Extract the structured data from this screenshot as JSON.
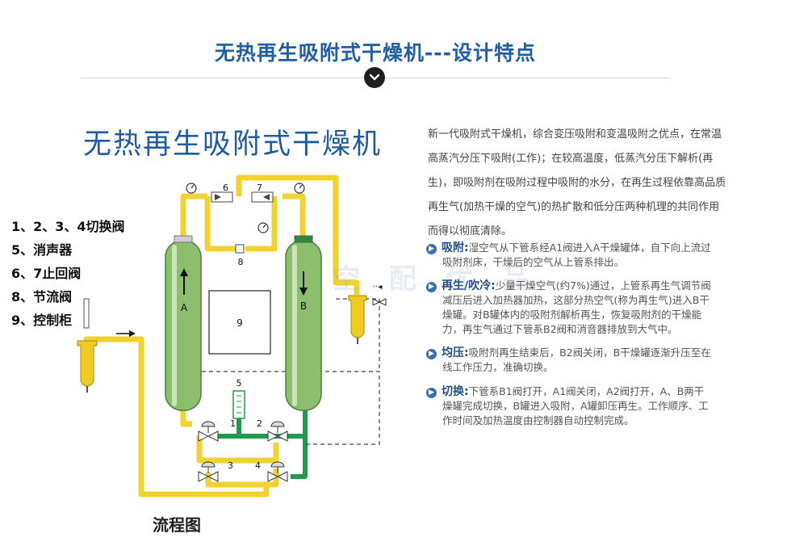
{
  "page_title": "无热再生吸附式干燥机---设计特点",
  "diagram": {
    "title": "无热再生吸附式干燥机",
    "caption": "流程图",
    "legend": [
      "1、2、3、4切换阀",
      "5、消声器",
      "6、7止回阀",
      "8、节流阀",
      "9、控制柜"
    ],
    "labels": {
      "tower_a": "A",
      "tower_b": "B",
      "cabinet": "9",
      "n1": "1",
      "n2": "2",
      "n3": "3",
      "n4": "4",
      "n5": "5",
      "n6": "6",
      "n7": "7",
      "n8": "8"
    },
    "colors": {
      "pipe_yellow": "#f2d22e",
      "pipe_green": "#1f9a4e",
      "tower": "#8bbf6e",
      "filter": "#f0cc1e"
    }
  },
  "watermark": "空 配 优 品",
  "intro_lines": [
    "新一代吸附式干燥机，综合变压吸附和变温吸附之优点，在常温",
    "高蒸汽分压下吸附(工作)；在较高温度，低蒸汽分压下解析(再",
    "生)，即吸附剂在吸附过程中吸附的水分，在再生过程依靠高品质",
    "再生气(加热干燥的空气)的热扩散和低分压两种机理的共同作用",
    "而得以彻底清除。"
  ],
  "features": [
    {
      "label": "吸附:",
      "lines": [
        "湿空气从下管系经A1阀进入A干燥罐体，自下向上流过",
        "吸附剂床，干燥后的空气从上管系排出。"
      ]
    },
    {
      "label": "再生/吹冷:",
      "lines": [
        "少量干燥空气(约7%)通过，上管系再生气调节阀",
        "减压后进入加热器加热，这部分热空气(称为再生气)进入B干",
        "燥罐。对B罐体内的吸附剂解析再生，恢复吸附剂的干燥能",
        "力，再生气通过下管系B2阀和消音器排放到大气中。"
      ]
    },
    {
      "label": "均压:",
      "lines": [
        "吸附剂再生结束后，B2阀关闭，B干燥罐逐渐升压至在",
        "线工作压力，准确切换。"
      ]
    },
    {
      "label": "切换:",
      "lines": [
        "下管系B1阀打开，A1阀关闭，A2阀打开，A、B两干",
        "燥罐完成切换，B罐进入吸附，A罐卸压再生。工作顺序、工",
        "作时间及加热温度由控制器自动控制完成。"
      ]
    }
  ]
}
